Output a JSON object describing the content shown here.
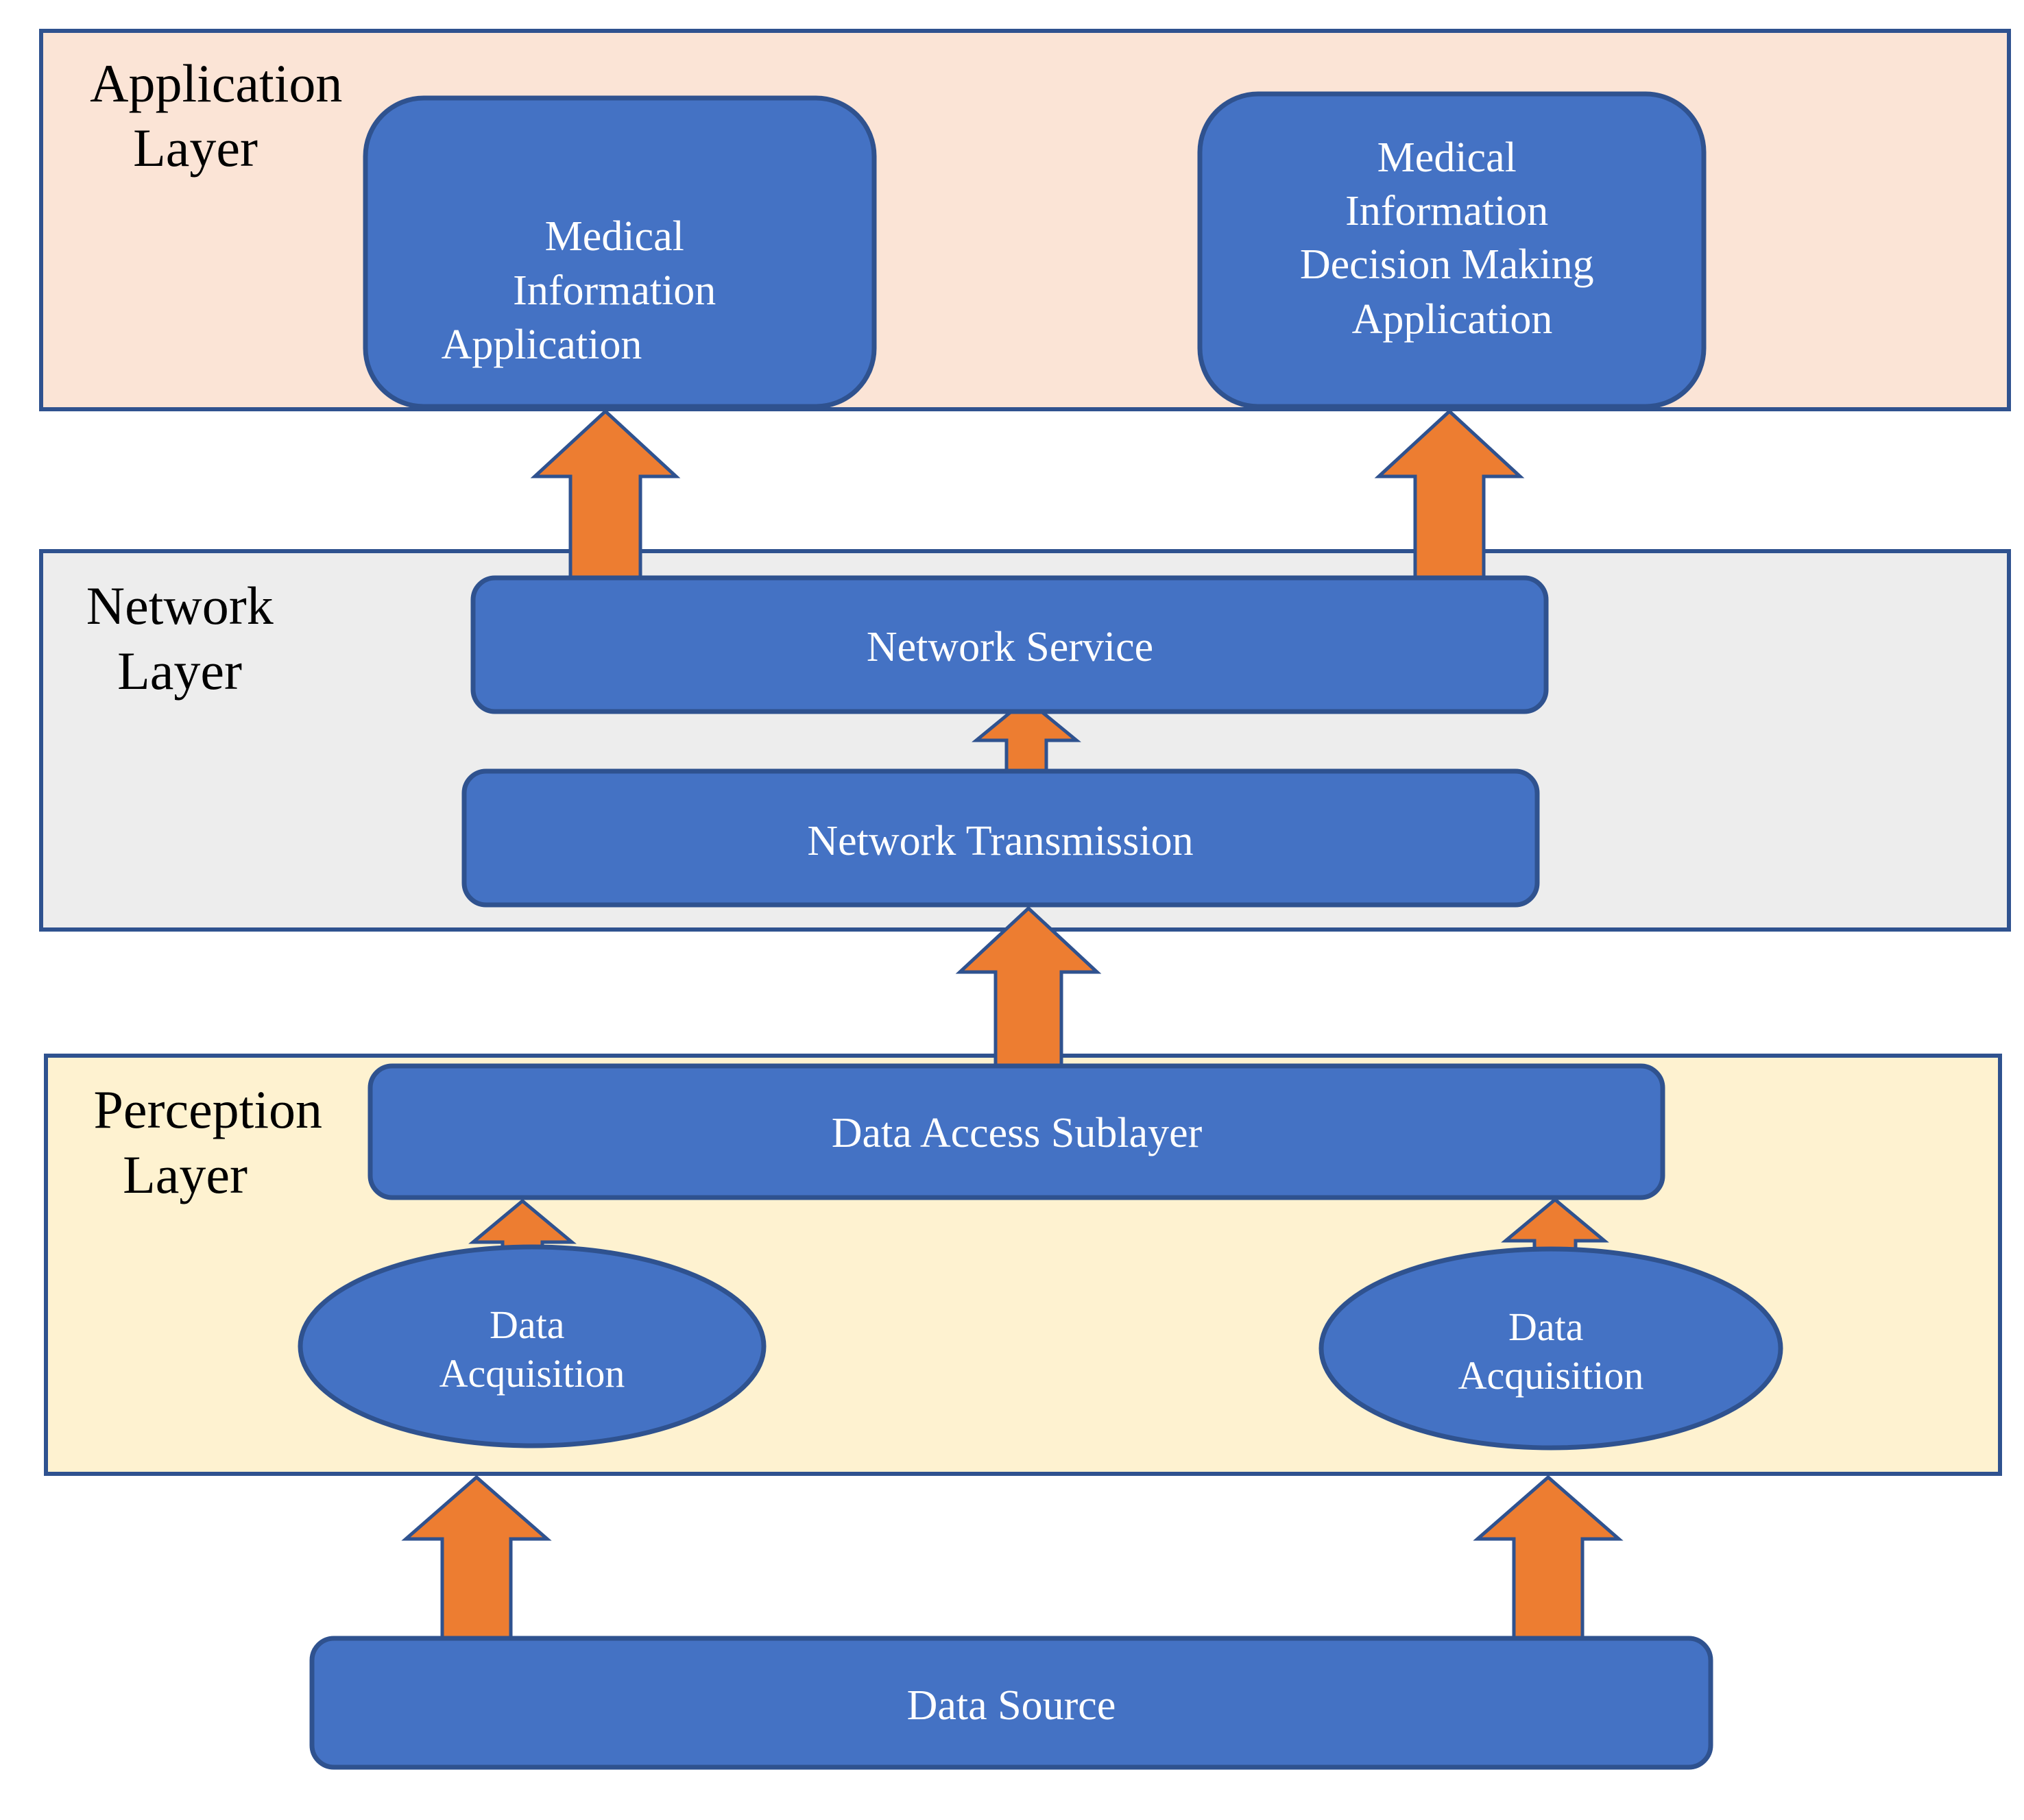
{
  "colors": {
    "application_bg": "#FBE4D6",
    "network_bg": "#EDEDED",
    "perception_bg": "#FEF2D0",
    "layer_border": "#2F528F",
    "box_fill": "#4472C4",
    "box_border": "#2F528F",
    "arrow_fill": "#ED7D31",
    "arrow_border": "#2F528F"
  },
  "layers": {
    "application": {
      "label_lines": [
        "Application",
        "Layer"
      ]
    },
    "network": {
      "label_lines": [
        "Network",
        "Layer"
      ]
    },
    "perception": {
      "label_lines": [
        "Perception",
        "Layer"
      ]
    }
  },
  "boxes": {
    "medical_information_application": {
      "lines": [
        "Medical",
        "Information",
        "Application"
      ]
    },
    "decision_making_application": {
      "lines": [
        "Medical",
        "Information",
        "Decision Making",
        "Application"
      ]
    },
    "network_service": {
      "lines": [
        "Network Service"
      ]
    },
    "network_transmission": {
      "lines": [
        "Network Transmission"
      ]
    },
    "data_access_sublayer": {
      "lines": [
        "Data Access Sublayer"
      ]
    },
    "data_acquisition_left": {
      "lines": [
        "Data",
        "Acquisition"
      ]
    },
    "data_acquisition_right": {
      "lines": [
        "Data",
        "Acquisition"
      ]
    },
    "data_source": {
      "lines": [
        "Data Source"
      ]
    }
  },
  "arrows": [
    {
      "name": "arrow-source-to-acquisition-left"
    },
    {
      "name": "arrow-source-to-acquisition-right"
    },
    {
      "name": "arrow-acquisition-left-to-access"
    },
    {
      "name": "arrow-acquisition-right-to-access"
    },
    {
      "name": "arrow-access-to-transmission"
    },
    {
      "name": "arrow-transmission-to-service"
    },
    {
      "name": "arrow-service-to-medical-app"
    },
    {
      "name": "arrow-service-to-decision-app"
    }
  ]
}
